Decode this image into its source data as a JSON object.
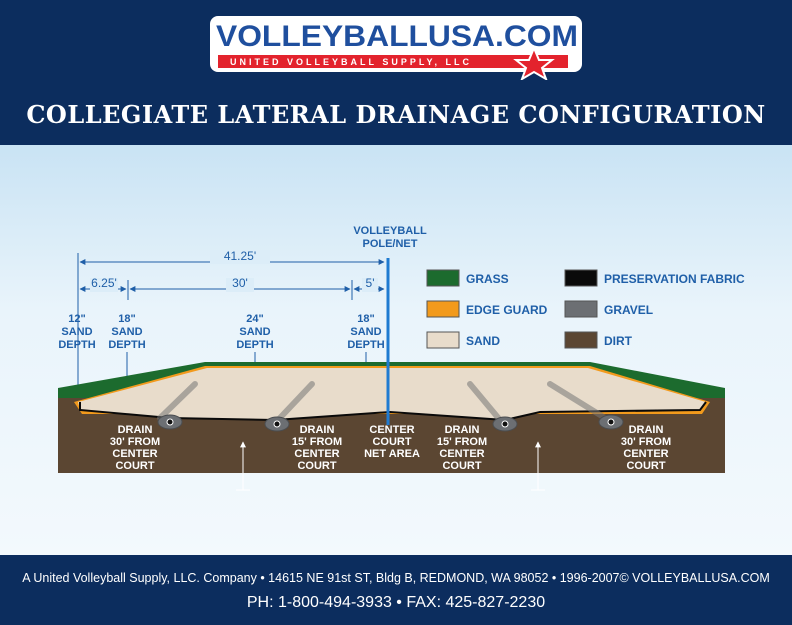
{
  "logo": {
    "text": "VOLLEYBALLUSA.COM",
    "tagline": "UNITED VOLLEYBALL SUPPLY, LLC"
  },
  "title": "COLLEGIATE LATERAL DRAINAGE CONFIGURATION",
  "pole_label": [
    "VOLLEYBALL",
    "POLE/NET"
  ],
  "dimensions": {
    "total": "41.25'",
    "left": "6.25'",
    "middle": "30'",
    "right": "5'"
  },
  "depths": [
    {
      "value": "12\"",
      "l1": "SAND",
      "l2": "DEPTH"
    },
    {
      "value": "18\"",
      "l1": "SAND",
      "l2": "DEPTH"
    },
    {
      "value": "24\"",
      "l1": "SAND",
      "l2": "DEPTH"
    },
    {
      "value": "18\"",
      "l1": "SAND",
      "l2": "DEPTH"
    }
  ],
  "drains": [
    [
      "DRAIN",
      "30' FROM",
      "CENTER",
      "COURT"
    ],
    [
      "DRAIN",
      "15' FROM",
      "CENTER",
      "COURT"
    ],
    [
      "CENTER",
      "COURT",
      "NET AREA"
    ],
    [
      "DRAIN",
      "15' FROM",
      "CENTER",
      "COURT"
    ],
    [
      "DRAIN",
      "30' FROM",
      "CENTER",
      "COURT"
    ]
  ],
  "legend": [
    {
      "label": "GRASS",
      "color": "#1c6b2e"
    },
    {
      "label": "EDGE GUARD",
      "color": "#f29a1c"
    },
    {
      "label": "SAND",
      "color": "#e8dccb"
    },
    {
      "label": "PRESERVATION FABRIC",
      "color": "#0a0a0a"
    },
    {
      "label": "GRAVEL",
      "color": "#6c6f73"
    },
    {
      "label": "DIRT",
      "color": "#5b4632"
    }
  ],
  "footer": {
    "line1": "A United Volleyball Supply, LLC. Company • 14615 NE 91st ST, Bldg B, REDMOND, WA 98052 • 1996-2007© VOLLEYBALLUSA.COM",
    "line2": "PH: 1-800-494-3933 • FAX: 425-827-2230"
  }
}
